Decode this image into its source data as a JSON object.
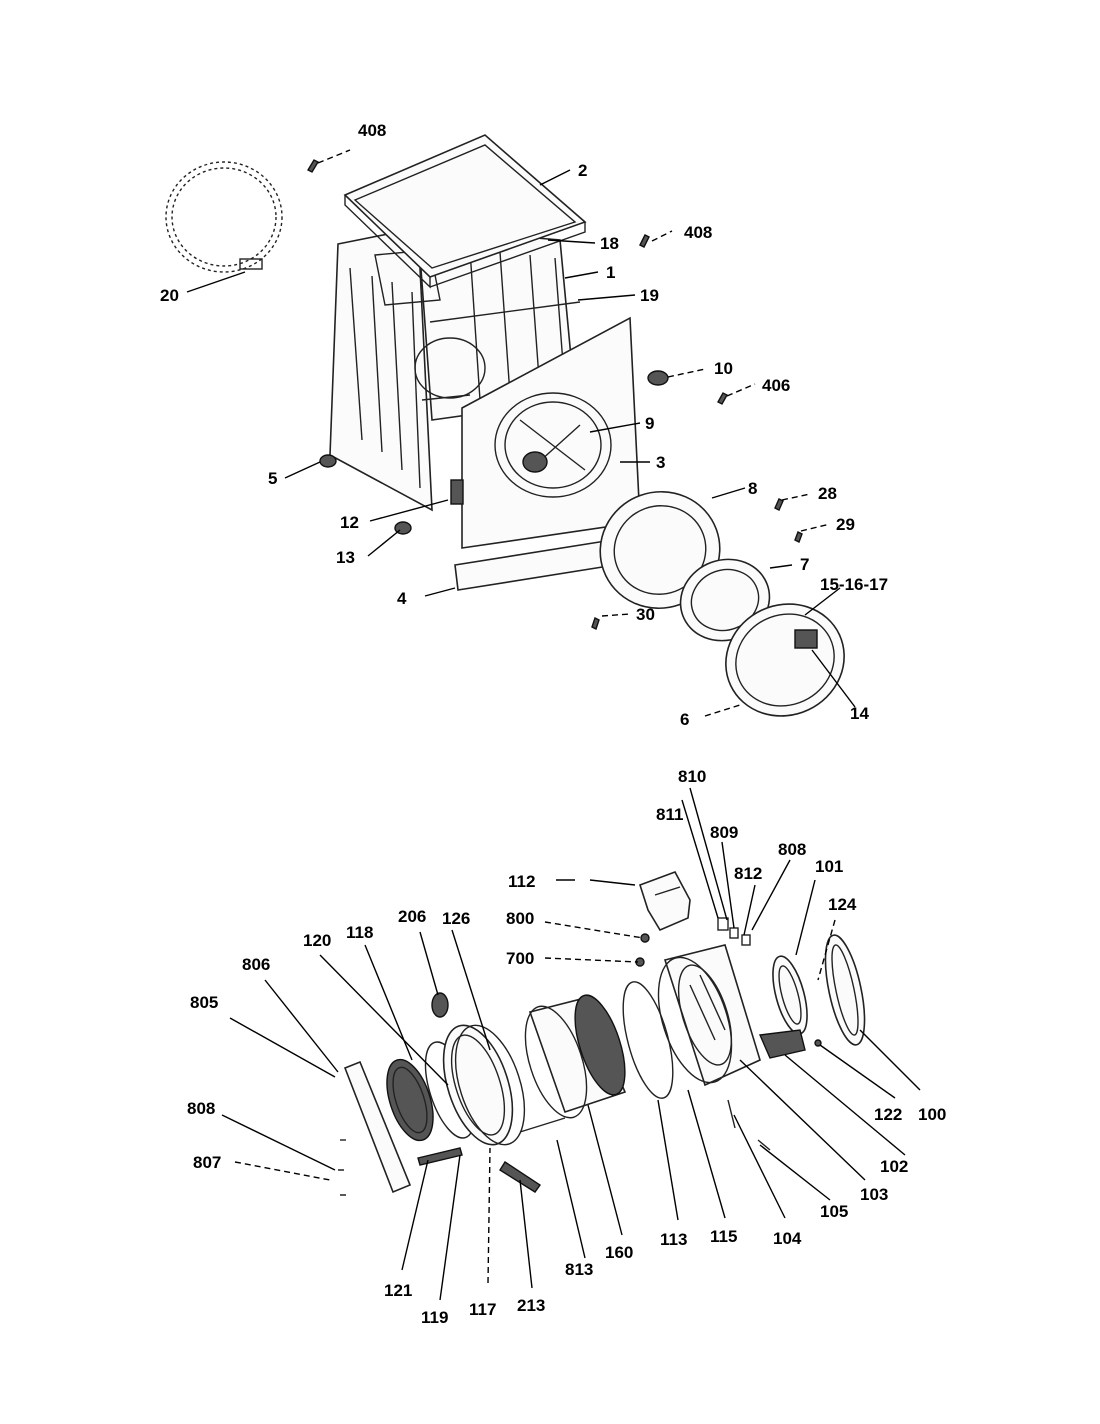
{
  "callouts": {
    "c408a": "408",
    "c2": "2",
    "c18": "18",
    "c408b": "408",
    "c1": "1",
    "c19": "19",
    "c20": "20",
    "c10": "10",
    "c406": "406",
    "c9": "9",
    "c3": "3",
    "c5": "5",
    "c8": "8",
    "c28": "28",
    "c29": "29",
    "c12": "12",
    "c13": "13",
    "c7": "7",
    "c4": "4",
    "c151617": "15-16-17",
    "c30": "30",
    "c14": "14",
    "c6": "6",
    "c810": "810",
    "c811": "811",
    "c809": "809",
    "c808a": "808",
    "c812": "812",
    "c101": "101",
    "c112": "112",
    "c124": "124",
    "c800": "800",
    "c206": "206",
    "c126": "126",
    "c120": "120",
    "c118": "118",
    "c700": "700",
    "c806": "806",
    "c805": "805",
    "c122": "122",
    "c100": "100",
    "c808b": "808",
    "c102": "102",
    "c807": "807",
    "c103": "103",
    "c105": "105",
    "c113": "113",
    "c115": "115",
    "c104": "104",
    "c813": "813",
    "c160": "160",
    "c121": "121",
    "c119": "119",
    "c117": "117",
    "c213": "213"
  }
}
